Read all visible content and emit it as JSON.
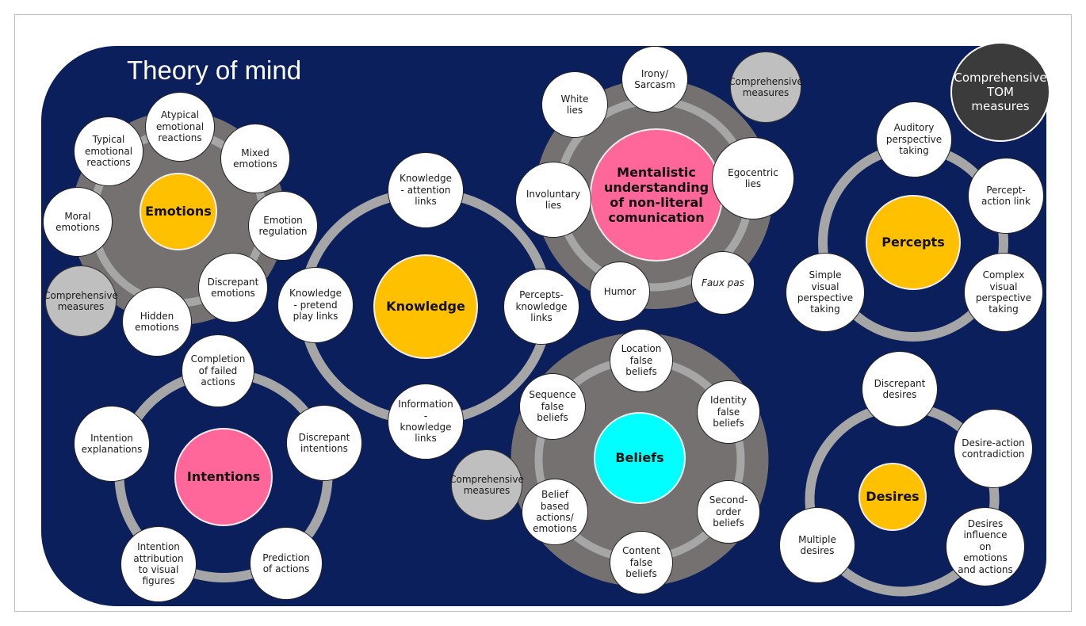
{
  "title": "Theory of mind",
  "comprehensive_tom": "Comprehensive\nTOM\nmeasures",
  "emotions": {
    "core": "Emotions",
    "items": [
      "Typical\nemotional\nreactions",
      "Atypical\nemotional\nreactions",
      "Mixed\nemotions",
      "Moral\nemotions",
      "Emotion\nregulation",
      "Comprehensive\nmeasures",
      "Hidden\nemotions",
      "Discrepant\nemotions"
    ]
  },
  "knowledge": {
    "core": "Knowledge",
    "items": [
      "Knowledge\n- attention\nlinks",
      "Knowledge\n- pretend\nplay links",
      "Percepts-\nknowledge\nlinks",
      "Information\n-\nknowledge\nlinks"
    ]
  },
  "mentalistic": {
    "core": "Mentalistic\nunderstanding\nof non-literal\ncomunication",
    "items": [
      "Irony/\nSarcasm",
      "White\nlies",
      "Comprehensive\nmeasures",
      "Egocentric\nlies",
      "Involuntary\nlies",
      "Humor",
      "Faux pas"
    ]
  },
  "percepts": {
    "core": "Percepts",
    "items": [
      "Auditory\nperspective\ntaking",
      "Percept-\naction link",
      "Simple\nvisual\nperspective\ntaking",
      "Complex\nvisual\nperspective\ntaking"
    ]
  },
  "intentions": {
    "core": "Intentions",
    "items": [
      "Completion\nof failed\nactions",
      "Intention\nexplanations",
      "Discrepant\nintentions",
      "Intention\nattribution\nto visual\nfigures",
      "Prediction\nof actions"
    ]
  },
  "beliefs": {
    "core": "Beliefs",
    "items": [
      "Location\nfalse\nbeliefs",
      "Sequence\nfalse\nbeliefs",
      "Identity\nfalse\nbeliefs",
      "Second-\norder\nbeliefs",
      "Content\nfalse\nbeliefs",
      "Belief\nbased\nactions/\nemotions",
      "Comprehensive\nmeasures"
    ]
  },
  "desires": {
    "core": "Desires",
    "items": [
      "Discrepant\ndesires",
      "Desire-action\ncontradiction",
      "Multiple\ndesires",
      "Desires\ninfluence\non\nemotions\nand actions"
    ]
  },
  "colors": {
    "background": "#0b1f5c",
    "yellow": "#ffc000",
    "pink": "#ff6699",
    "cyan": "#00ffff",
    "disk": "#767171",
    "ring": "#a6a6a6",
    "comprehensive": "#bfbfbf"
  }
}
